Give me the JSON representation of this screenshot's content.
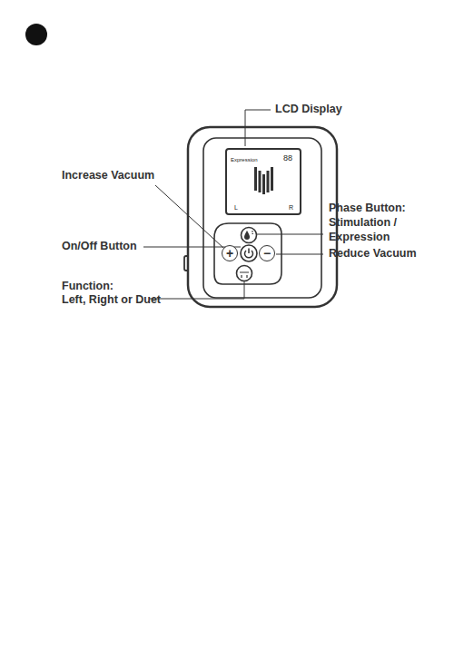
{
  "diagram": {
    "nodes": [
      {
        "text": [
          "Expression",
          "88",
          "L",
          "R"
        ]
      },
      {
        "text": [
          "+"
        ]
      },
      {
        "text": [
          "−"
        ]
      }
    ],
    "labels": [
      "LCD Display",
      "Increase Vacuum",
      "Phase Button:",
      "Stimulation /",
      "Expression",
      "On/Off Button",
      "Reduce Vacuum",
      "Function:",
      "Left, Right or Duet"
    ]
  }
}
